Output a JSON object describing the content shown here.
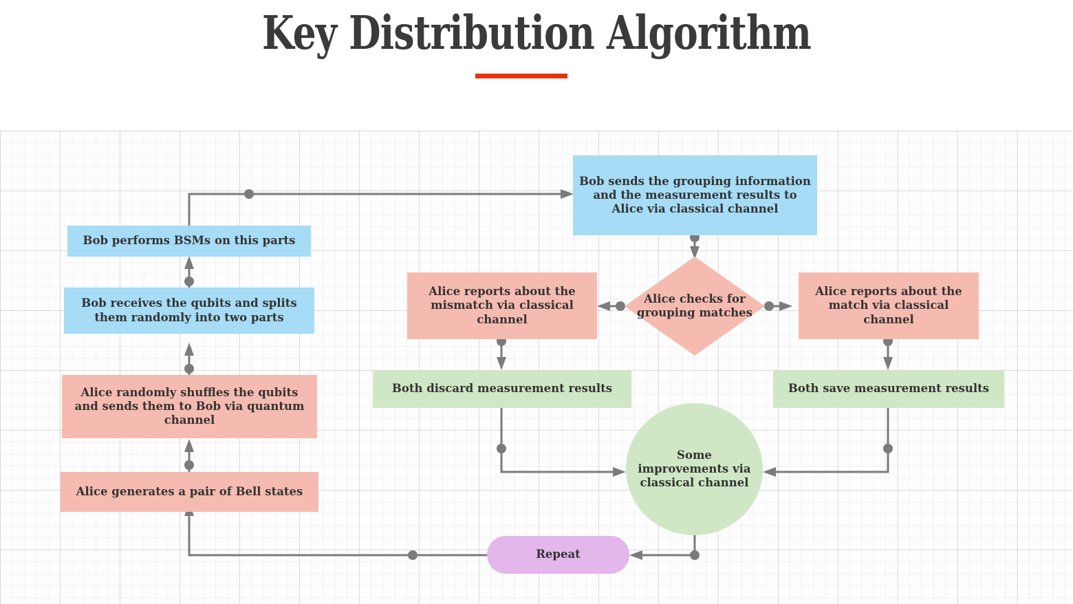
{
  "header": {
    "title": "Key Distribution Algorithm",
    "underline_color": "#e8320c"
  },
  "palette": {
    "blue": "#a6dcf5",
    "pink": "#f6bbb0",
    "green": "#cfe7c4",
    "purple": "#e3b6ec",
    "edge": "#7b7b7b",
    "text": "#333333",
    "canvas": "#fdfdfd"
  },
  "flowchart": {
    "nodes": [
      {
        "id": "bell",
        "label": "Alice generates a pair of Bell states",
        "shape": "rect",
        "color": "pink"
      },
      {
        "id": "shuffle",
        "label": "Alice randomly shuffles the qubits and sends them to Bob via quantum channel",
        "shape": "rect",
        "color": "pink"
      },
      {
        "id": "receive",
        "label": "Bob receives the qubits and splits them randomly into two parts",
        "shape": "rect",
        "color": "blue"
      },
      {
        "id": "bsm",
        "label": "Bob performs BSMs on this parts",
        "shape": "rect",
        "color": "blue"
      },
      {
        "id": "send",
        "label": "Bob sends the grouping information and the measurement results to Alice via classical channel",
        "shape": "rect",
        "color": "blue"
      },
      {
        "id": "check",
        "label": "Alice checks for grouping matches",
        "shape": "diamond",
        "color": "pink"
      },
      {
        "id": "mismatch",
        "label": "Alice reports about the mismatch via classical channel",
        "shape": "rect",
        "color": "pink"
      },
      {
        "id": "match",
        "label": "Alice reports about the match via classical channel",
        "shape": "rect",
        "color": "pink"
      },
      {
        "id": "discard",
        "label": "Both discard measurement results",
        "shape": "rect",
        "color": "green"
      },
      {
        "id": "save",
        "label": "Both save measurement results",
        "shape": "rect",
        "color": "green"
      },
      {
        "id": "improvements",
        "label": "Some improvements via classical channel",
        "shape": "circle",
        "color": "green"
      },
      {
        "id": "repeat",
        "label": "Repeat",
        "shape": "pill",
        "color": "purple"
      }
    ],
    "edges": [
      {
        "from": "bell",
        "to": "shuffle"
      },
      {
        "from": "shuffle",
        "to": "receive"
      },
      {
        "from": "receive",
        "to": "bsm"
      },
      {
        "from": "bsm",
        "to": "send"
      },
      {
        "from": "send",
        "to": "check"
      },
      {
        "from": "check",
        "to": "mismatch"
      },
      {
        "from": "check",
        "to": "match"
      },
      {
        "from": "mismatch",
        "to": "discard"
      },
      {
        "from": "match",
        "to": "save"
      },
      {
        "from": "discard",
        "to": "improvements"
      },
      {
        "from": "save",
        "to": "improvements"
      },
      {
        "from": "improvements",
        "to": "repeat"
      },
      {
        "from": "repeat",
        "to": "bell"
      }
    ]
  }
}
